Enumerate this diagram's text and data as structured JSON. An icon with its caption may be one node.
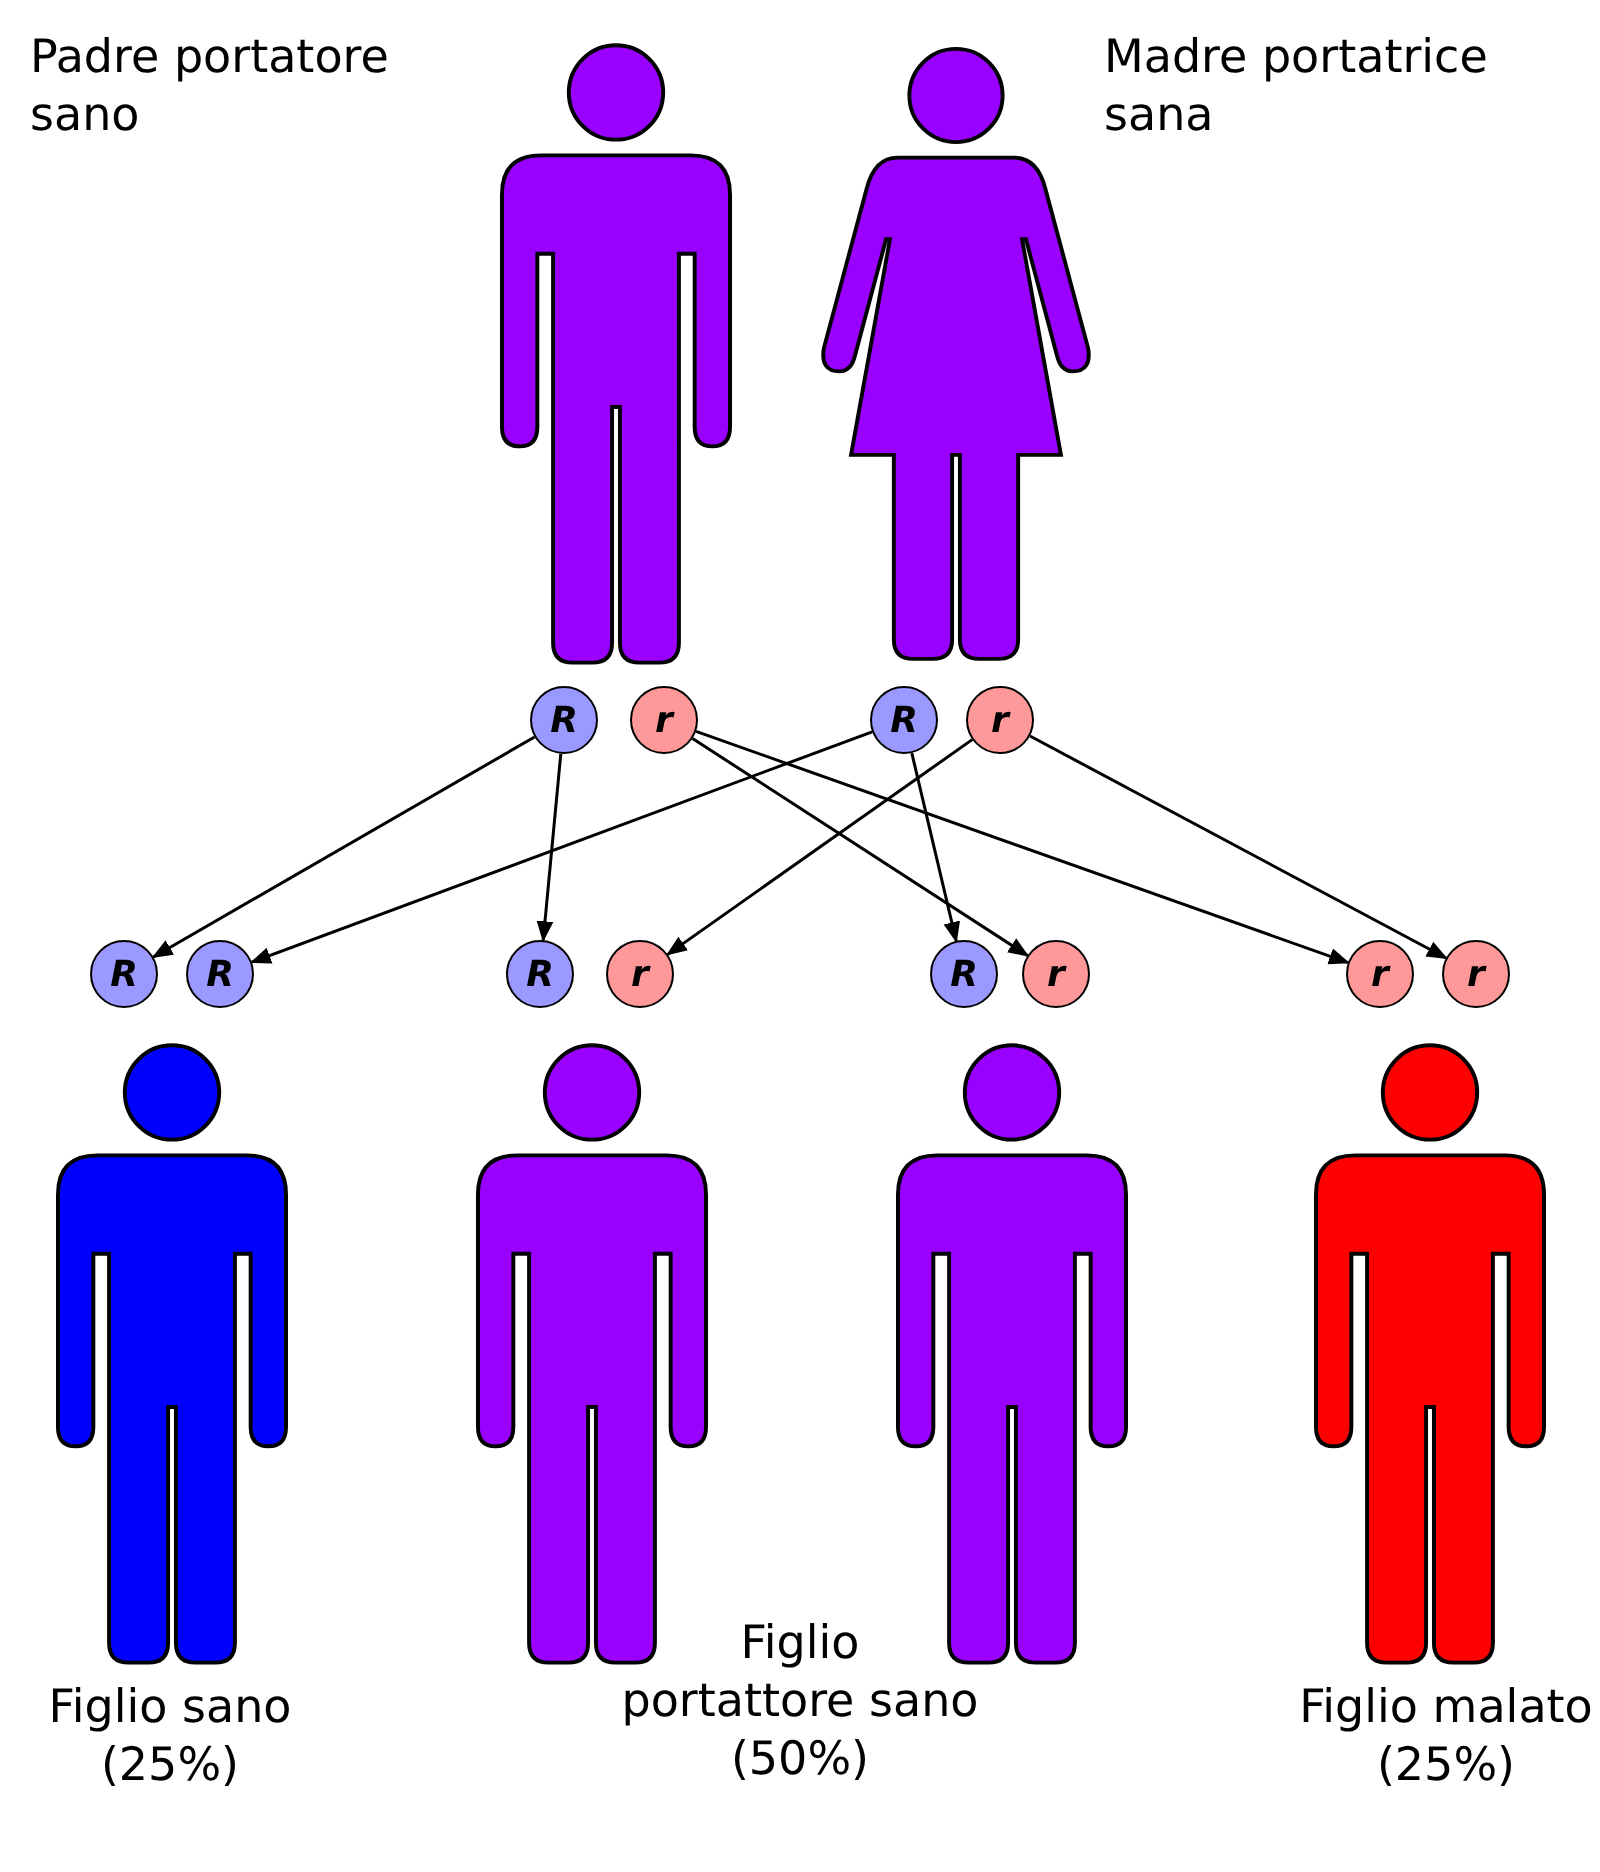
{
  "diagram": {
    "nodes": [
      {
        "text": [],
        "shape": "person"
      },
      {
        "text": [],
        "shape": "person"
      },
      {
        "text": [
          "R"
        ]
      },
      {
        "text": [
          "r"
        ]
      },
      {
        "text": [
          "R"
        ]
      },
      {
        "text": [
          "r"
        ]
      },
      {
        "text": [
          "R"
        ]
      },
      {
        "text": [
          "R"
        ]
      },
      {
        "text": [
          "R"
        ]
      },
      {
        "text": [
          "r"
        ]
      },
      {
        "text": [
          "R"
        ]
      },
      {
        "text": [
          "r"
        ]
      },
      {
        "text": [
          "r"
        ]
      },
      {
        "text": [
          "r"
        ]
      },
      {
        "text": [],
        "shape": "person"
      },
      {
        "text": [],
        "shape": "person"
      },
      {
        "text": [],
        "shape": "person"
      },
      {
        "text": [],
        "shape": "person"
      }
    ],
    "edges": [
      {
        "from": 2,
        "to": 6,
        "arrow": "to"
      },
      {
        "from": 2,
        "to": 8,
        "arrow": "to"
      },
      {
        "from": 3,
        "to": 11,
        "arrow": "to"
      },
      {
        "from": 3,
        "to": 12,
        "arrow": "to"
      },
      {
        "from": 4,
        "to": 7,
        "arrow": "to"
      },
      {
        "from": 4,
        "to": 10,
        "arrow": "to"
      },
      {
        "from": 5,
        "to": 9,
        "arrow": "to"
      },
      {
        "from": 5,
        "to": 13,
        "arrow": "to"
      }
    ],
    "labels": [
      "Padre portatore sano",
      "Madre portatrice sana",
      "Figlio sano (25%)",
      "Figlio portattore sano (50%)",
      "Figlio malato (25%)"
    ]
  }
}
